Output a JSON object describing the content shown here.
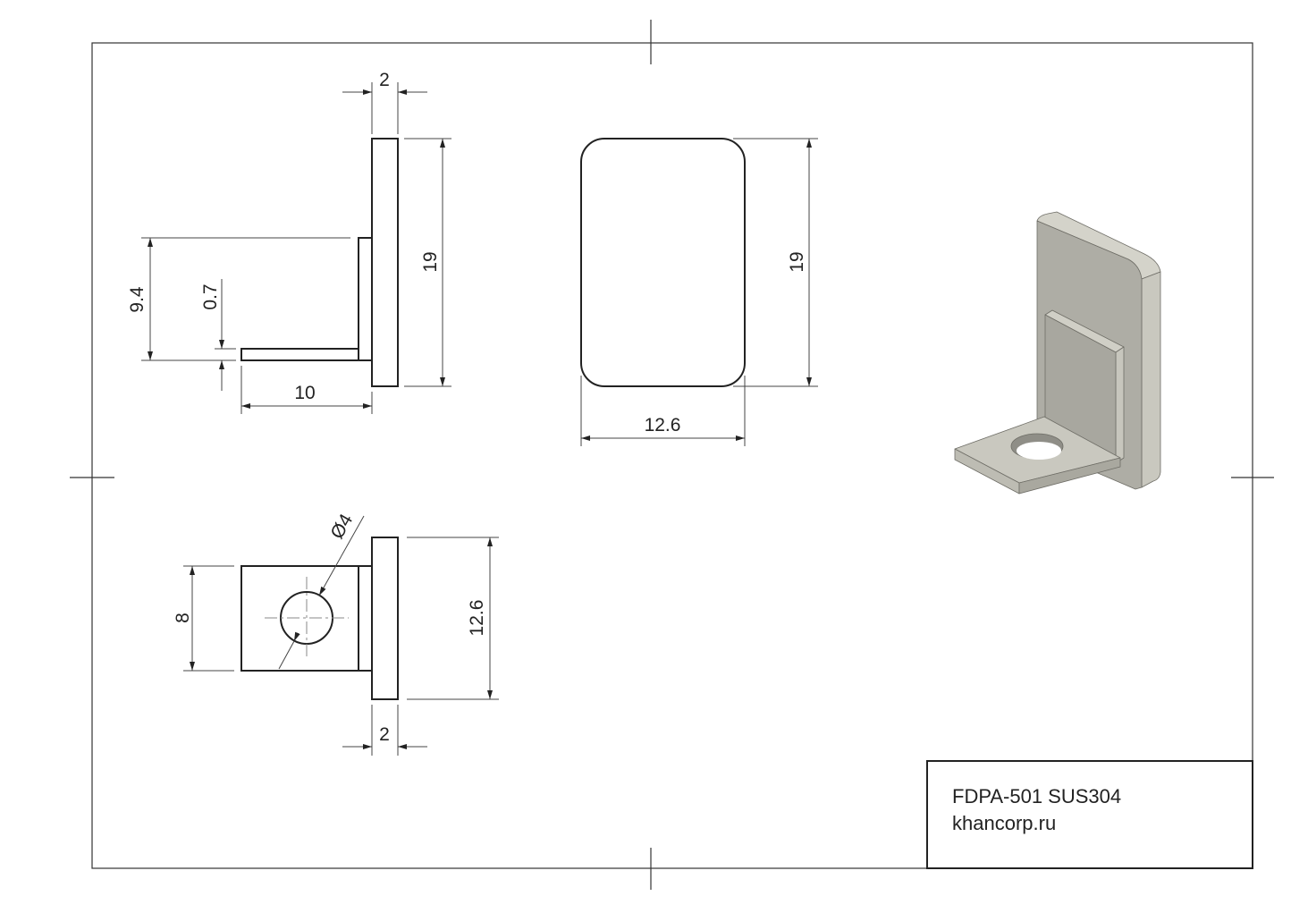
{
  "title_block": {
    "line1": "FDPA-501 SUS304",
    "line2": "khancorp.ru"
  },
  "side_view": {
    "thickness_top": "2",
    "height": "19",
    "flange_height": "9.4",
    "leg_thickness": "0.7",
    "leg_length": "10"
  },
  "front_view": {
    "height": "19",
    "width": "12.6"
  },
  "bottom_view": {
    "hole_diameter": "Ø4",
    "tab_width": "8",
    "plate_width": "12.6",
    "thickness_bottom": "2"
  },
  "colors": {
    "line": "#222222",
    "part_face": "#a9a89f",
    "part_light": "#d2d1c8"
  }
}
